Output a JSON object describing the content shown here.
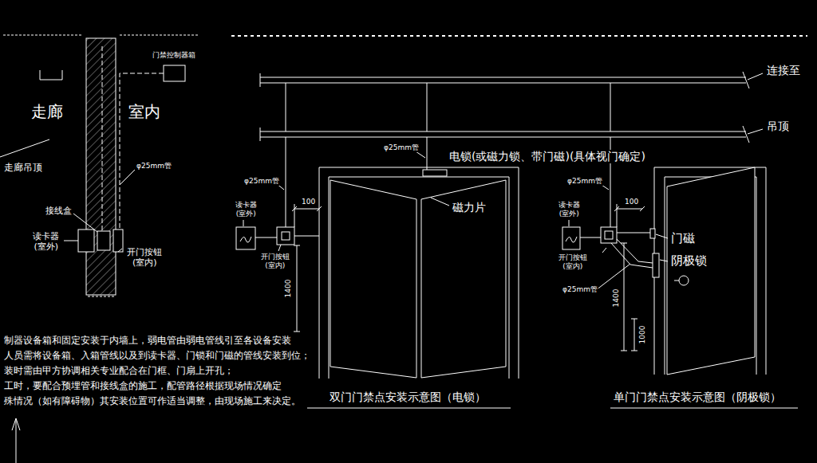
{
  "diagram": {
    "labels": [
      "门禁控制器箱",
      "走廊",
      "室内",
      "走廊吊顶",
      "φ25mm管",
      "接线盒",
      "读卡器 (室外)",
      "开门按钮 (室内)",
      "连接至",
      "吊顶",
      "φ25mm管",
      "电锁(或磁力锁、带门磁)(具体视门确定)",
      "磁力片",
      "φ25mm管",
      "读卡器 (室外)",
      "100",
      "开门按钮 (室内)",
      "1400",
      "φ25mm管",
      "读卡器 (室外)",
      "100",
      "开门按钮 (室内)",
      "φ25mm管",
      "门磁",
      "阴极锁",
      "1400",
      "1000",
      "制器设备箱和固定安装于内墙上，弱电管由弱电管线引至各设备安装",
      "人员需将设备箱、入箱管线以及到读卡器、门锁和门磁的管线安装到位；",
      "装时需由甲方协调相关专业配合在门框、门扇上开孔；",
      "工时，要配合预埋管和接线盒的施工，配管路径根据现场情况确定",
      "殊情况（如有障碍物）其安装位置可作适当调整，由现场施工来决定。",
      "双门门禁点安装示意图（电锁）",
      "单门门禁点安装示意图（阴极锁）"
    ]
  }
}
